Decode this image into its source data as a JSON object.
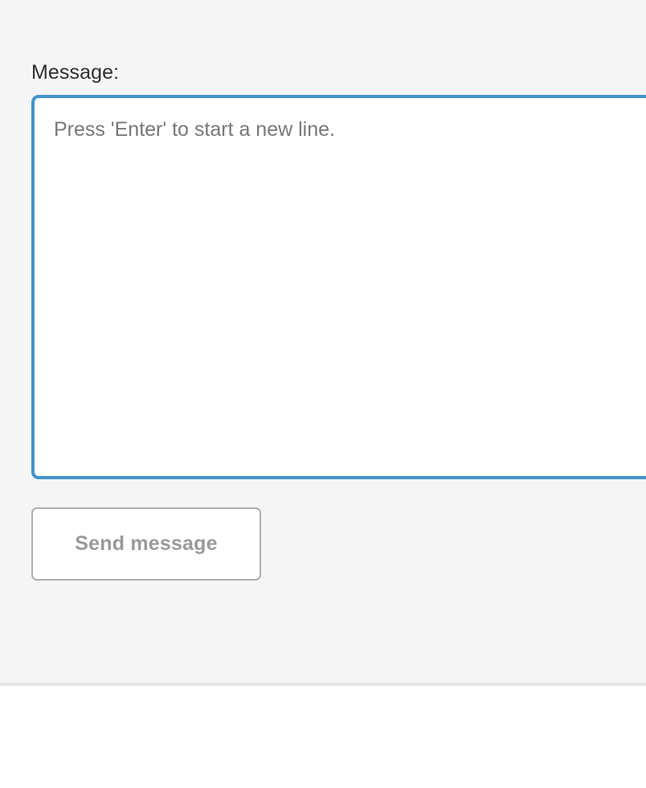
{
  "panel": {
    "background_color": "#f5f5f5",
    "divider_color": "#e4e4e4"
  },
  "compose_form": {
    "label": "Message:",
    "textarea": {
      "name": "message-input",
      "value": "",
      "placeholder": "Press 'Enter' to start a new line.",
      "focused": true,
      "focus_border_color": "#4295c9",
      "text_color": "#787878"
    },
    "submit": {
      "label": "Send message",
      "text_color": "#9a9a9a",
      "border_color": "#aeaeae",
      "background_color": "#ffffff"
    }
  }
}
